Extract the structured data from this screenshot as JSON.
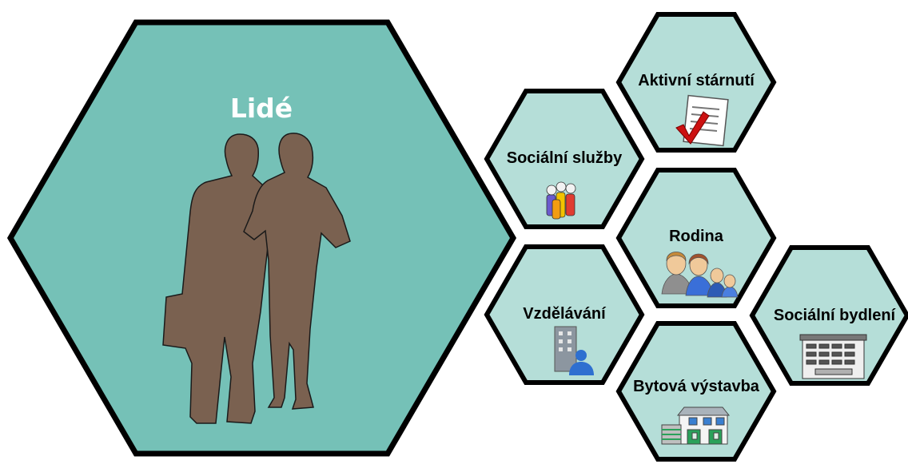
{
  "colors": {
    "main_fill": "#75c1b7",
    "small_fill": "#b5ded8",
    "outline": "#000000",
    "silhouette": "#7a6150",
    "main_text": "#ffffff"
  },
  "main": {
    "title": "Lidé",
    "icon": "people-silhouette"
  },
  "topics": [
    {
      "label": "Aktivní stárnutí",
      "icon": "checklist-icon"
    },
    {
      "label": "Sociální služby",
      "icon": "people-group-icon"
    },
    {
      "label": "Rodina",
      "icon": "family-icon"
    },
    {
      "label": "Vzdělávání",
      "icon": "school-building-user-icon"
    },
    {
      "label": "Sociální bydlení",
      "icon": "apartment-building-icon"
    },
    {
      "label": "Bytová výstavba",
      "icon": "house-construction-icon"
    }
  ]
}
